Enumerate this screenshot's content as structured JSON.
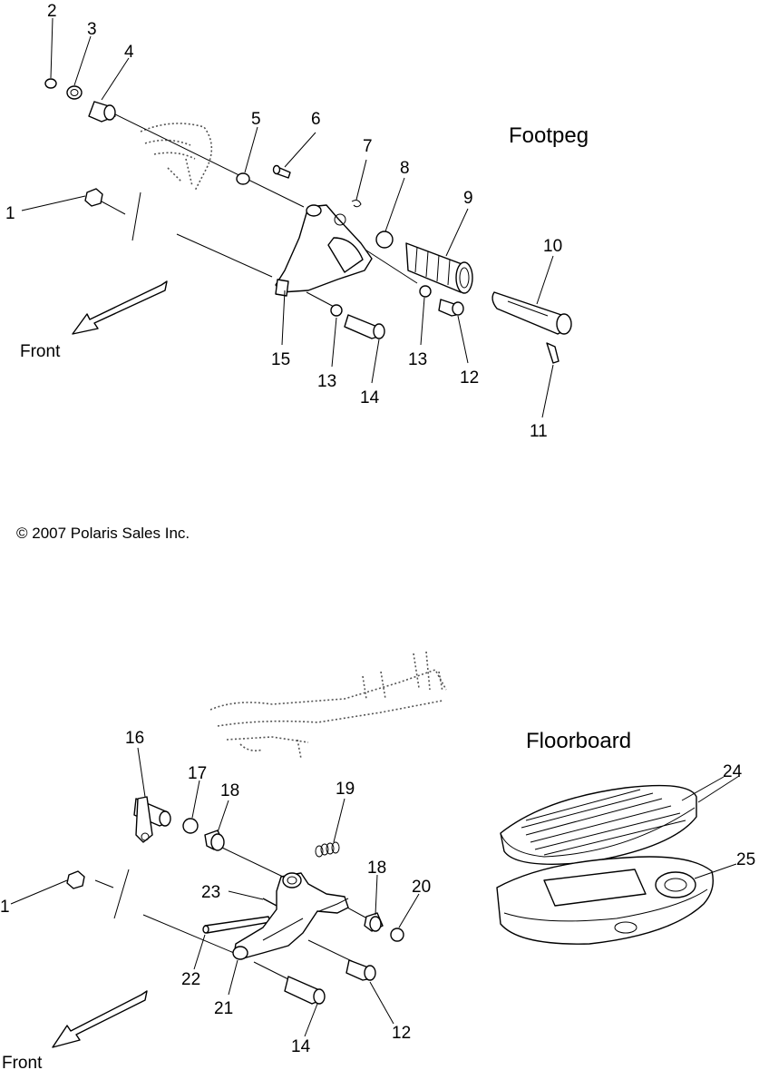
{
  "footpeg": {
    "title": "Footpeg",
    "front": "Front",
    "callouts": [
      "2",
      "3",
      "4",
      "5",
      "6",
      "7",
      "8",
      "9",
      "10",
      "1",
      "15",
      "13",
      "14",
      "13",
      "12",
      "11"
    ]
  },
  "copyright": "© 2007 Polaris Sales Inc.",
  "floorboard": {
    "title": "Floorboard",
    "front": "Front",
    "callouts": [
      "16",
      "17",
      "18",
      "19",
      "24",
      "25",
      "1",
      "23",
      "18",
      "20",
      "22",
      "21",
      "14",
      "12"
    ]
  },
  "colors": {
    "line": "#000000",
    "background": "#ffffff"
  }
}
